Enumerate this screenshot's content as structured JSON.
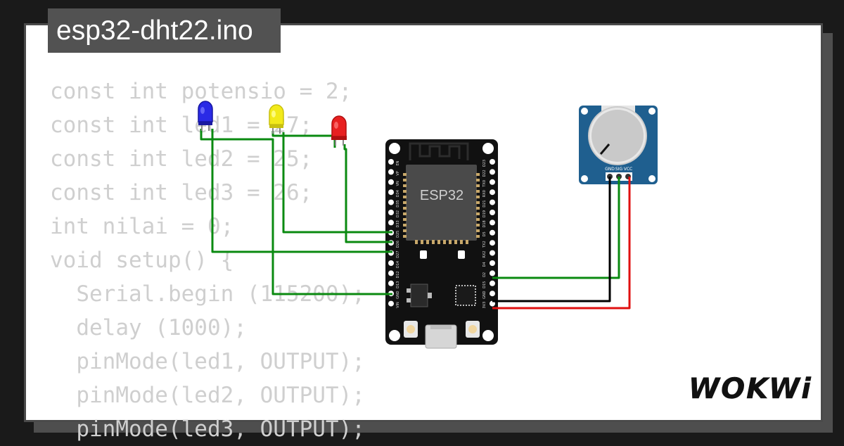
{
  "project": {
    "title": "esp32-dht22.ino"
  },
  "code_lines": [
    "const int potensio = 2;",
    "const int led1 = 27;",
    "const int led2 = 25;",
    "const int led3 = 26;",
    "int nilai = 0;",
    "void setup() {",
    "  Serial.begin (115200);",
    "  delay (1000);",
    "  pinMode(led1, OUTPUT);",
    "  pinMode(led2, OUTPUT);",
    "  pinMode(led3, OUTPUT);"
  ],
  "board": {
    "label": "ESP32",
    "left_pins": [
      "EN",
      "VP",
      "VN",
      "D34",
      "D35",
      "D32",
      "D33",
      "D25",
      "D26",
      "D27",
      "D14",
      "D12",
      "D13",
      "GND",
      "VIN"
    ],
    "right_pins": [
      "D23",
      "D22",
      "TX0",
      "RX0",
      "D21",
      "D19",
      "D18",
      "D5",
      "TX2",
      "RX2",
      "D4",
      "D2",
      "D15",
      "GND",
      "3V3"
    ]
  },
  "potentiometer": {
    "pins": [
      "GND",
      "SIG",
      "VCC"
    ]
  },
  "leds": [
    {
      "name": "blue",
      "color": "#2a2ae6"
    },
    {
      "name": "yellow",
      "color": "#f2ea1a"
    },
    {
      "name": "red",
      "color": "#e82020"
    }
  ],
  "colors": {
    "wire_green": "#0a8a10",
    "wire_black": "#000000",
    "wire_red": "#e01010",
    "pot_blue": "#1f5f8f"
  },
  "brand": {
    "logo_text": "WOKWi"
  }
}
